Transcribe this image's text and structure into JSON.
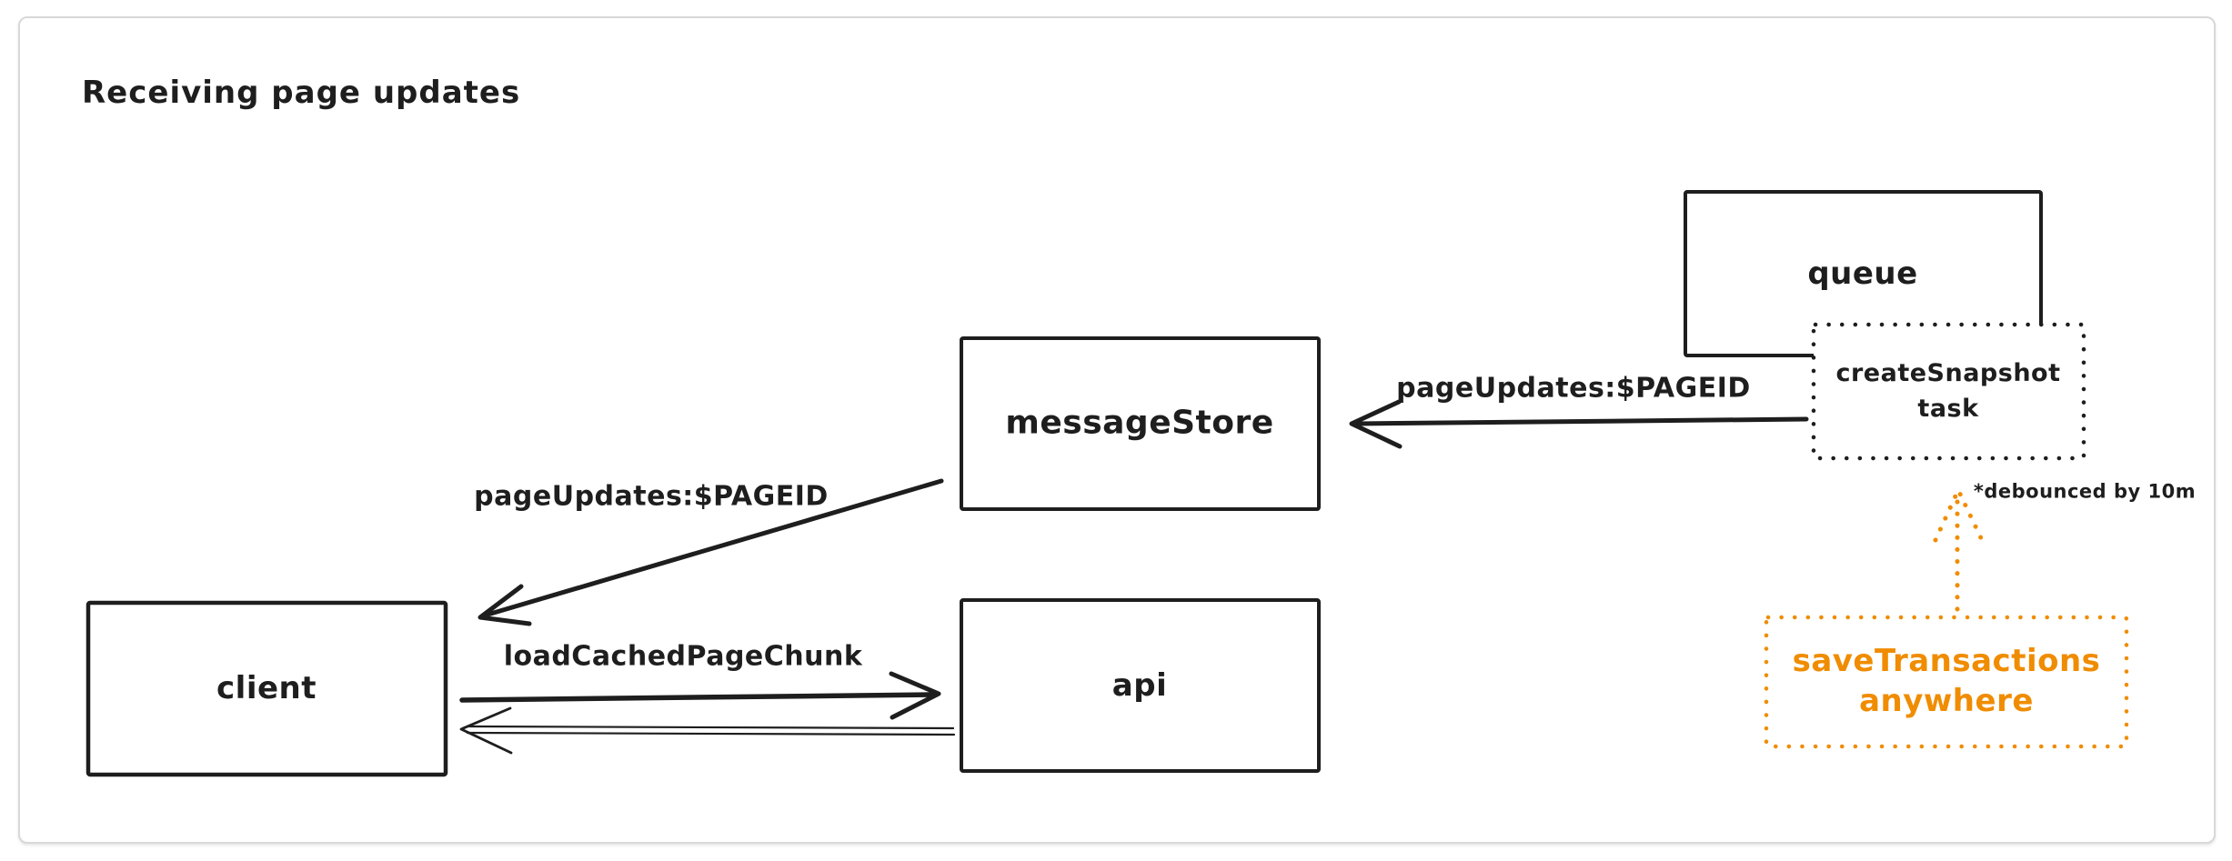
{
  "diagram": {
    "title": "Receiving page updates",
    "nodes": {
      "queue": {
        "label": "queue"
      },
      "create_snapshot_task": {
        "line1": "createSnapshot",
        "line2": "task"
      },
      "message_store": {
        "label": "messageStore"
      },
      "client": {
        "label": "client"
      },
      "api": {
        "label": "api"
      },
      "save_transactions": {
        "line1": "saveTransactions",
        "line2": "anywhere"
      }
    },
    "edges": {
      "task_to_message_store": {
        "label": "pageUpdates:$PAGEID"
      },
      "message_store_to_client": {
        "label": "pageUpdates:$PAGEID"
      },
      "client_to_api": {
        "label": "loadCachedPageChunk"
      }
    },
    "annotations": {
      "debounce_note": "*debounced by 10m"
    },
    "colors": {
      "stroke": "#1e1e1e",
      "orange": "#f08c00",
      "frame_border": "#d8d8d8",
      "background": "#ffffff"
    }
  }
}
